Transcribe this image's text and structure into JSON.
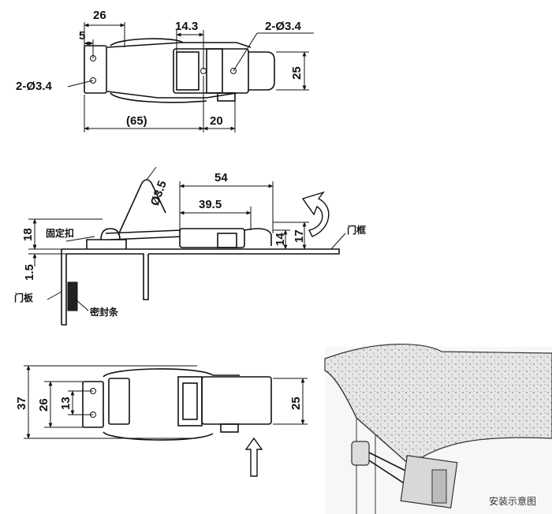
{
  "top_view": {
    "dim_26": "26",
    "dim_5": "5",
    "dim_14_3": "14.3",
    "hole_right": "2-Ø3.4",
    "hole_left": "2-Ø3.4",
    "dim_25": "25",
    "dim_65": "(65)",
    "dim_20": "20"
  },
  "side_view": {
    "dim_54": "54",
    "dim_39_5": "39.5",
    "dim_d3_5": "Ø3.5",
    "dim_18": "18",
    "dim_1_5": "1.5",
    "dim_14": "14",
    "dim_17": "17",
    "label_fixed_buckle": "固定扣",
    "label_door_frame": "门框",
    "label_door_panel": "门板",
    "label_seal_strip": "密封条"
  },
  "bottom_view": {
    "dim_37": "37",
    "dim_26": "26",
    "dim_13": "13",
    "dim_25": "25"
  },
  "install_caption": "安装示意图"
}
